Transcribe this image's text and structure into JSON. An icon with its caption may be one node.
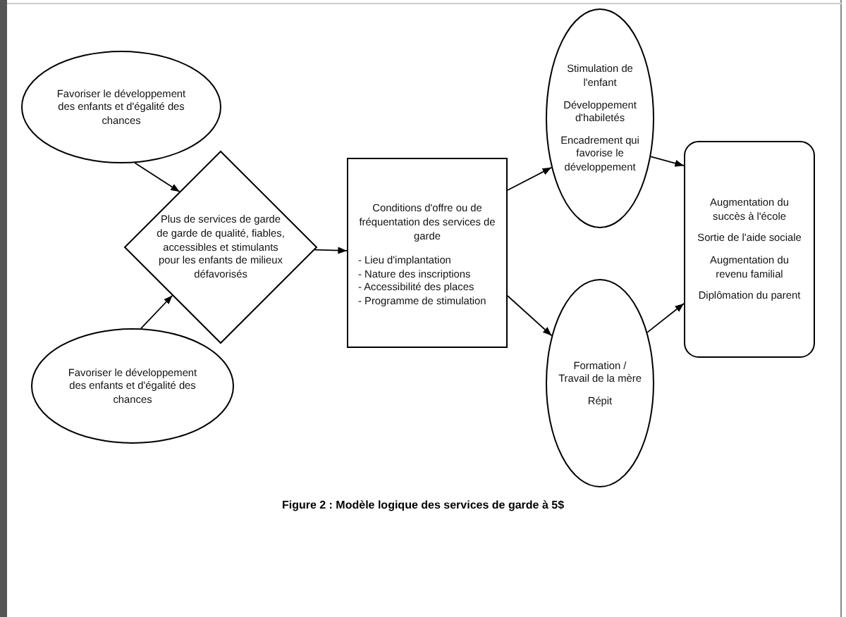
{
  "diagram": {
    "caption": "Figure 2 : Modèle logique des services de garde à 5$",
    "nodes": [
      {
        "text": [
          "Favoriser le développement des enfants et d'égalité des chances"
        ]
      },
      {
        "text": [
          "Plus de services de garde de garde de qualité, fiables, accessibles et stimulants pour les enfants de milieux défavorisés"
        ]
      },
      {
        "text": [
          "Favoriser le développement des enfants et d'égalité des chances"
        ]
      },
      {
        "text": [
          "Conditions d'offre ou de fréquentation des services de garde",
          "- Lieu d'implantation",
          "- Nature des inscriptions",
          "- Accessibilité des places",
          "- Programme de stimulation"
        ]
      },
      {
        "text": [
          "Stimulation de l'enfant",
          "Développement d'habiletés",
          "Encadrement qui favorise le développement"
        ]
      },
      {
        "text": [
          "Formation / Travail de la mère",
          "Répit"
        ]
      },
      {
        "text": [
          "Augmentation du succès à l'école",
          "Sortie de l'aide sociale",
          "Augmentation du revenu familial",
          "Diplômation du parent"
        ]
      }
    ],
    "edges": [
      {
        "from": 0,
        "to": 1,
        "arrow": "to"
      },
      {
        "from": 2,
        "to": 1,
        "arrow": "to"
      },
      {
        "from": 1,
        "to": 3,
        "arrow": "to"
      },
      {
        "from": 3,
        "to": 4,
        "arrow": "to"
      },
      {
        "from": 3,
        "to": 5,
        "arrow": "to"
      },
      {
        "from": 4,
        "to": 6,
        "arrow": "to"
      },
      {
        "from": 5,
        "to": 6,
        "arrow": "to"
      }
    ]
  }
}
